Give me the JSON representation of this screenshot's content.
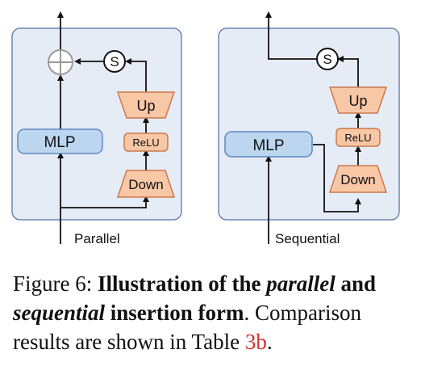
{
  "diagram": {
    "panels": [
      {
        "name": "parallel",
        "label": "Parallel",
        "blocks": {
          "mlp": "MLP",
          "up": "Up",
          "relu": "ReLU",
          "down": "Down",
          "scale": "S"
        }
      },
      {
        "name": "sequential",
        "label": "Sequential",
        "blocks": {
          "mlp": "MLP",
          "up": "Up",
          "relu": "ReLU",
          "down": "Down",
          "scale": "S"
        }
      }
    ],
    "colors": {
      "panel_fill": "#e6ecf6",
      "panel_border": "#6f86b0",
      "mlp_fill": "#bcd6f0",
      "mlp_border": "#5e86bf",
      "adapter_fill": "#f8c7a6",
      "adapter_border": "#c97a4d",
      "plus_color": "#9a9a9a",
      "line_color": "#111111",
      "reference": "#d32f2f"
    }
  },
  "caption": {
    "figure_label": "Figure 6:",
    "bold_1": "Illustration of the",
    "italic_1": "parallel",
    "bold_2": "and",
    "italic_2": "sequential",
    "bold_3": "insertion form",
    "rest": ". Comparison results are shown in Table",
    "ref": "3b",
    "end": "."
  }
}
